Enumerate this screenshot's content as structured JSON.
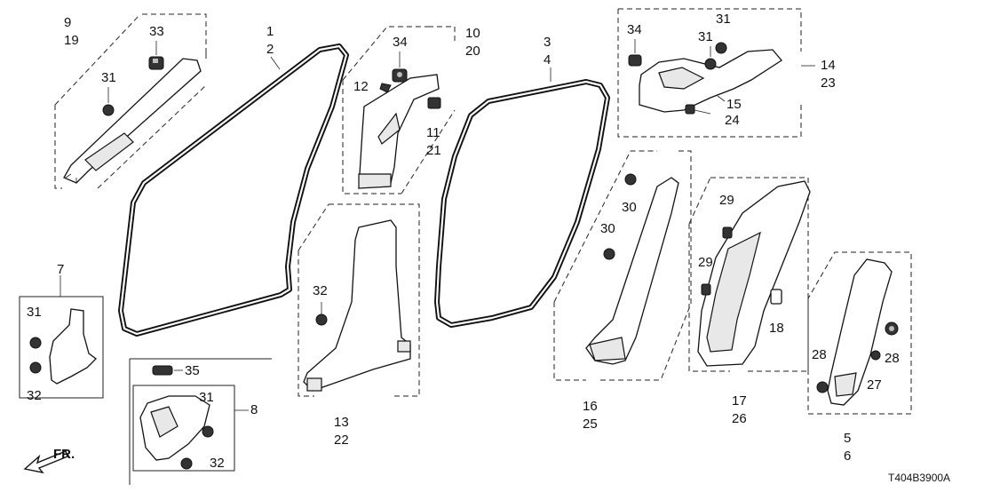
{
  "diagram_code": "T404B3900A",
  "front_label": "FR.",
  "labels": [
    {
      "id": "9",
      "text": "9"
    },
    {
      "id": "19",
      "text": "19"
    },
    {
      "id": "33",
      "text": "33"
    },
    {
      "id": "31a",
      "text": "31"
    },
    {
      "id": "1",
      "text": "1"
    },
    {
      "id": "2",
      "text": "2"
    },
    {
      "id": "10",
      "text": "10"
    },
    {
      "id": "20",
      "text": "20"
    },
    {
      "id": "34a",
      "text": "34"
    },
    {
      "id": "12",
      "text": "12"
    },
    {
      "id": "11",
      "text": "11"
    },
    {
      "id": "21",
      "text": "21"
    },
    {
      "id": "3",
      "text": "3"
    },
    {
      "id": "4",
      "text": "4"
    },
    {
      "id": "34b",
      "text": "34"
    },
    {
      "id": "31b",
      "text": "31"
    },
    {
      "id": "31c",
      "text": "31"
    },
    {
      "id": "14",
      "text": "14"
    },
    {
      "id": "23",
      "text": "23"
    },
    {
      "id": "15",
      "text": "15"
    },
    {
      "id": "24",
      "text": "24"
    },
    {
      "id": "30a",
      "text": "30"
    },
    {
      "id": "30b",
      "text": "30"
    },
    {
      "id": "16",
      "text": "16"
    },
    {
      "id": "25",
      "text": "25"
    },
    {
      "id": "29a",
      "text": "29"
    },
    {
      "id": "29b",
      "text": "29"
    },
    {
      "id": "18",
      "text": "18"
    },
    {
      "id": "17",
      "text": "17"
    },
    {
      "id": "26",
      "text": "26"
    },
    {
      "id": "28a",
      "text": "28"
    },
    {
      "id": "28b",
      "text": "28"
    },
    {
      "id": "27",
      "text": "27"
    },
    {
      "id": "5",
      "text": "5"
    },
    {
      "id": "6",
      "text": "6"
    },
    {
      "id": "7",
      "text": "7"
    },
    {
      "id": "31d",
      "text": "31"
    },
    {
      "id": "32a",
      "text": "32"
    },
    {
      "id": "32b",
      "text": "32"
    },
    {
      "id": "13",
      "text": "13"
    },
    {
      "id": "22",
      "text": "22"
    },
    {
      "id": "35",
      "text": "35"
    },
    {
      "id": "8",
      "text": "8"
    },
    {
      "id": "31e",
      "text": "31"
    },
    {
      "id": "32c",
      "text": "32"
    }
  ]
}
